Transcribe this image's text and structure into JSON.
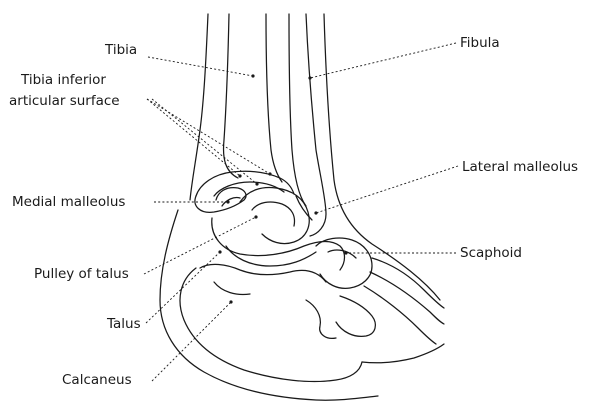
{
  "labels": {
    "tibia": "Tibia",
    "fibula": "Fibula",
    "tibia_inferior_line1": "Tibia inferior",
    "tibia_inferior_line2": "articular surface",
    "medial_malleolus": "Medial malleolus",
    "lateral_malleolus": "Lateral malleolus",
    "scaphoid": "Scaphoid",
    "pulley_of_talus": "Pulley of talus",
    "talus": "Talus",
    "calcaneus": "Calcaneus"
  },
  "colors": {
    "line": "#1a1a1a",
    "background": "#ffffff"
  }
}
